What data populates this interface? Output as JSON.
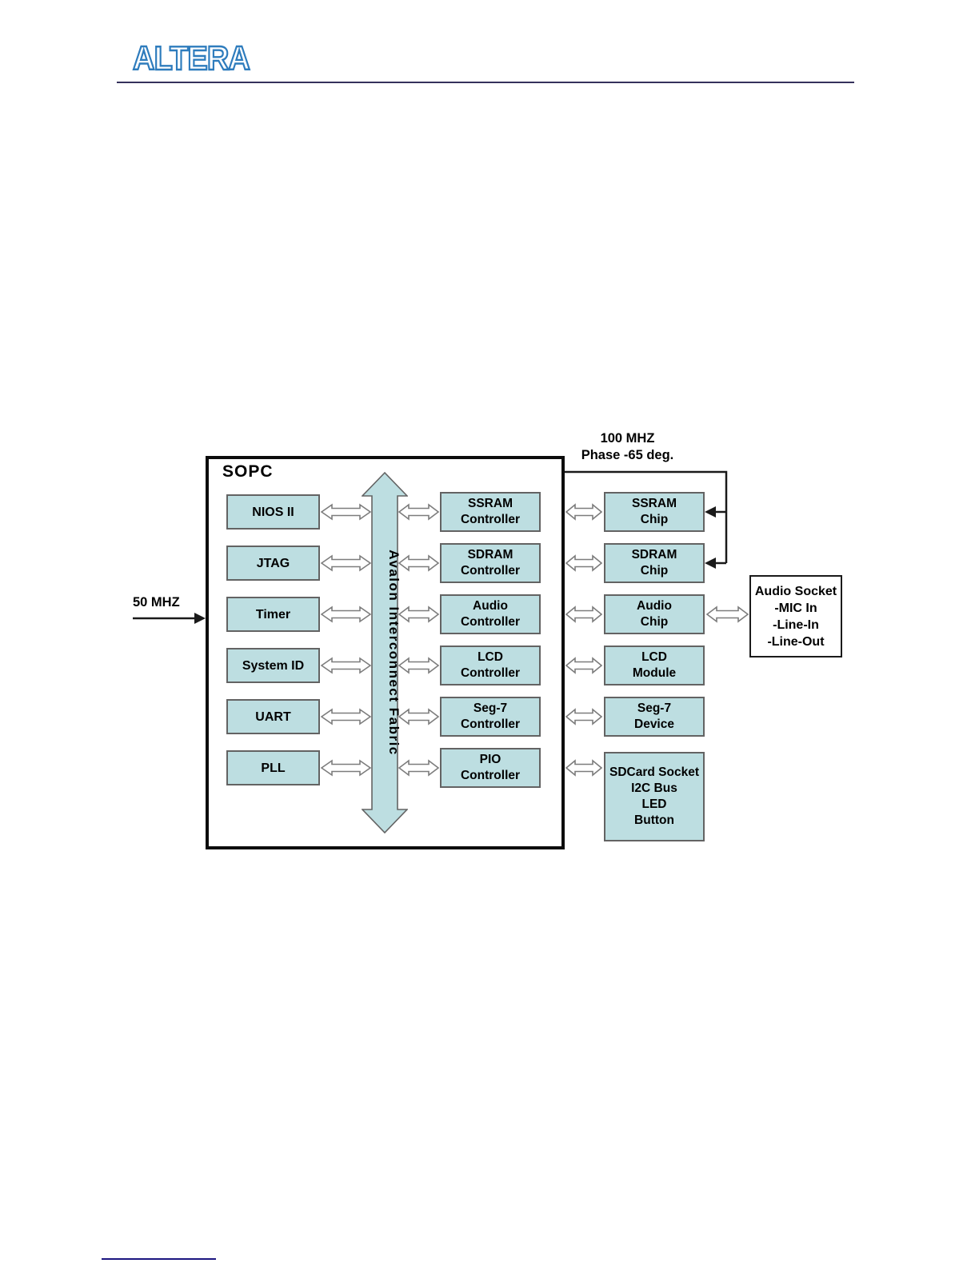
{
  "page": {
    "logo_text": "ALTERA"
  },
  "diagram": {
    "sopc_label": "SOPC",
    "fabric_label": "Avalon Interconnect Fabric",
    "clock_left_label": "50 MHZ",
    "clock_top_label": "100 MHZ\nPhase -65 deg.",
    "audio_socket_label": "Audio Socket\n-MIC In\n-Line-In\n-Line-Out",
    "rows": [
      {
        "left": "NIOS II",
        "middle": "SSRAM\nController",
        "right": "SSRAM\nChip"
      },
      {
        "left": "JTAG",
        "middle": "SDRAM\nController",
        "right": "SDRAM\nChip"
      },
      {
        "left": "Timer",
        "middle": "Audio\nController",
        "right": "Audio\nChip"
      },
      {
        "left": "System ID",
        "middle": "LCD\nController",
        "right": "LCD\nModule"
      },
      {
        "left": "UART",
        "middle": "Seg-7\nController",
        "right": "Seg-7\nDevice"
      },
      {
        "left": "PLL",
        "middle": "PIO\nController",
        "right": "SDCard Socket\nI2C Bus\nLED\nButton"
      }
    ],
    "colors": {
      "box_fill": "#bddee1",
      "box_border": "#636363",
      "arrow_outline": "#7d7d7d",
      "line_color": "#1a1a1a",
      "logo_blue": "#2e7cbd",
      "header_rule": "#35315c",
      "footer_rule": "#1c1680"
    }
  }
}
